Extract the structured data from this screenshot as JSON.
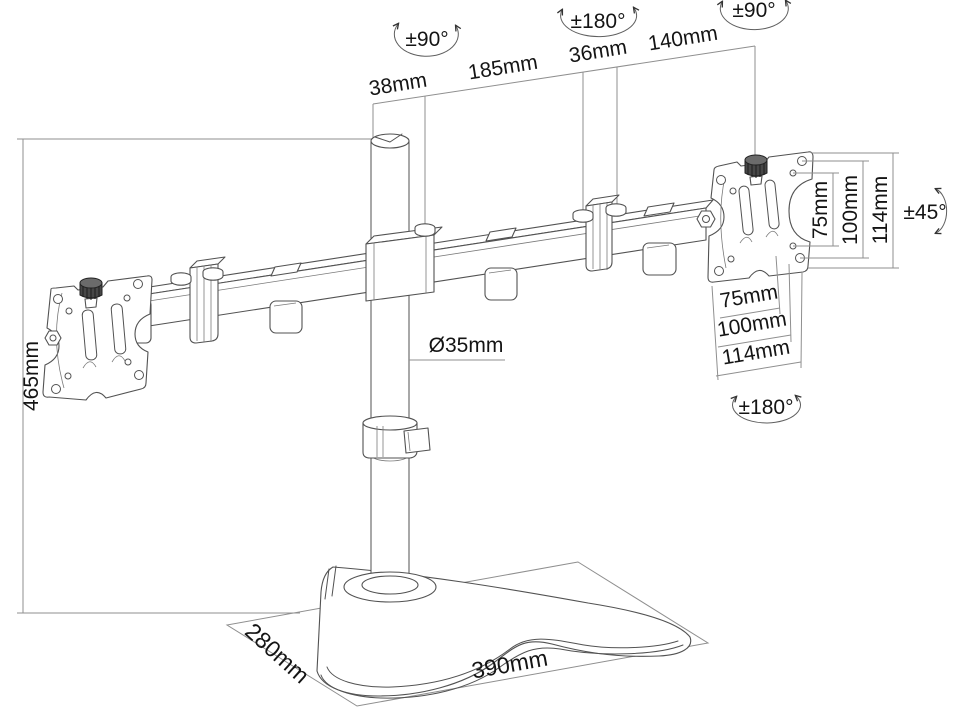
{
  "drawing": {
    "description": "Technical line drawing of a dual-monitor desk stand with dimensions",
    "colors": {
      "part_line": "#525252",
      "dim_line": "#8f8f8f",
      "text": "#141414",
      "background": "#ffffff",
      "knob_fill": "#474747"
    }
  },
  "dimensions": {
    "arm_top": [
      {
        "label": "38mm"
      },
      {
        "label": "185mm"
      },
      {
        "label": "36mm"
      },
      {
        "label": "140mm"
      }
    ],
    "pole_height": {
      "label": "465mm"
    },
    "pole_diameter": {
      "label": "Ø35mm"
    },
    "base_depth": {
      "label": "280mm"
    },
    "base_width": {
      "label": "390mm"
    },
    "vesa_side_vertical": [
      {
        "label": "75mm"
      },
      {
        "label": "100mm"
      },
      {
        "label": "114mm"
      }
    ],
    "vesa_bottom_horizontal": [
      {
        "label": "75mm"
      },
      {
        "label": "100mm"
      },
      {
        "label": "114mm"
      }
    ]
  },
  "rotations": {
    "pole_swivel": {
      "label": "±90°"
    },
    "arm_swivel": {
      "label": "±180°"
    },
    "mount_swivel": {
      "label": "±90°"
    },
    "tilt": {
      "label": "±45°"
    },
    "screen_rotation": {
      "label": "±180°"
    }
  }
}
